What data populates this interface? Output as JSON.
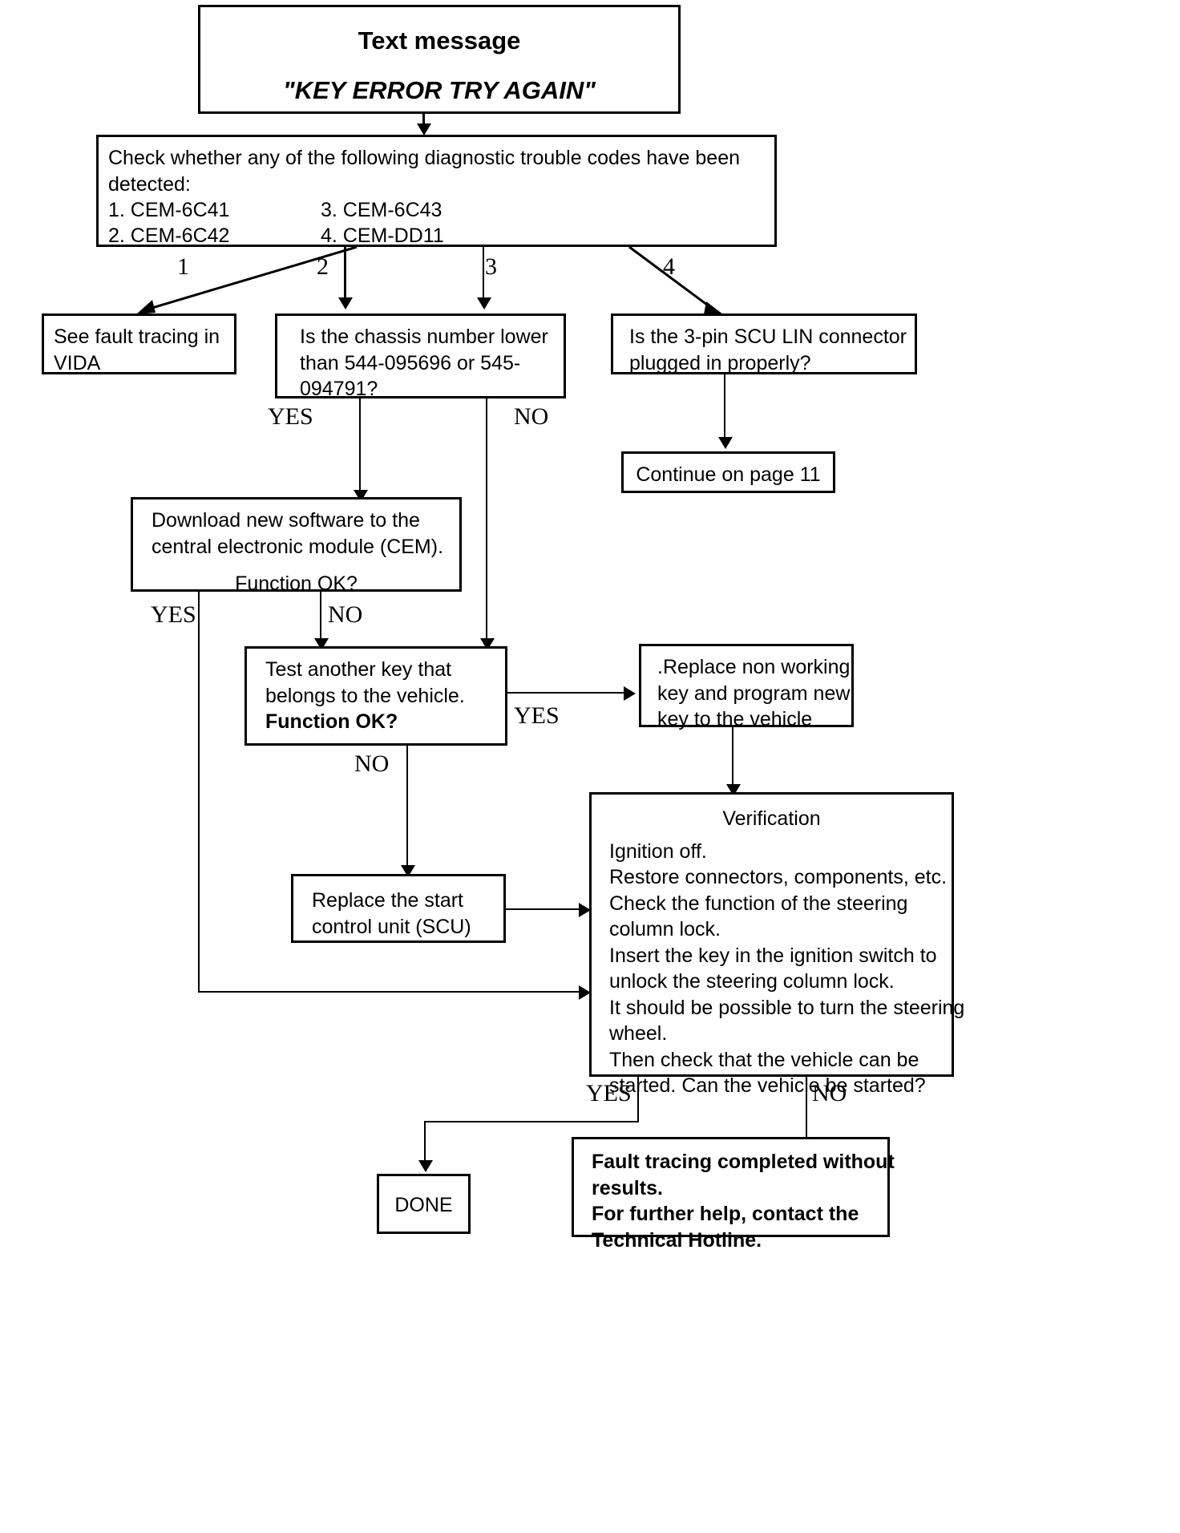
{
  "diagram": {
    "title_box": {
      "heading": "Text message",
      "message": "\"KEY ERROR TRY AGAIN\""
    },
    "dtc_box": {
      "line1": "Check whether any of the following diagnostic trouble codes have been",
      "line2": "detected:",
      "code1": "1. CEM-6C41",
      "code2": "2. CEM-6C42",
      "code3": "3. CEM-6C43",
      "code4": "4. CEM-DD11"
    },
    "branch_labels": {
      "b1": "1",
      "b2": "2",
      "b3": "3",
      "b4": "4"
    },
    "vida_box": {
      "line1": "See fault tracing in",
      "line2": "VIDA"
    },
    "chassis_box": {
      "line1": "Is the chassis number lower",
      "line2": "than 544-095696 or 545-",
      "line3": "094791?"
    },
    "scu_lin_box": {
      "line1": "Is the 3-pin SCU LIN connector",
      "line2": "plugged in properly?"
    },
    "continue_box": {
      "text": "Continue on page 11"
    },
    "download_box": {
      "line1": "Download new software to the",
      "line2": "central electronic module (CEM).",
      "line3": "Function OK?"
    },
    "test_key_box": {
      "line1": "Test another key that",
      "line2": "belongs to the vehicle.",
      "line3": "Function OK?"
    },
    "replace_key_box": {
      "line1": ".Replace non working",
      "line2": "key and program new",
      "line3": "key to the vehicle"
    },
    "replace_scu_box": {
      "line1": "Replace the start",
      "line2": "control unit (SCU)"
    },
    "verification_box": {
      "heading": "Verification",
      "line1": "Ignition off.",
      "line2": "Restore connectors, components, etc.",
      "line3": "Check the function of the steering",
      "line4": "column lock.",
      "line5": "Insert the key in the ignition switch to",
      "line6": "unlock the steering column lock.",
      "line7": "It should be possible to turn the steering",
      "line8": "wheel.",
      "line9": "Then check that the vehicle can be",
      "line10": "started. Can the vehicle be started?"
    },
    "done_box": {
      "text": "DONE"
    },
    "hotline_box": {
      "line1": "Fault tracing completed without",
      "line2": "results.",
      "line3": "For further help, contact the",
      "line4": "Technical Hotline."
    },
    "edge_labels": {
      "chassis_yes": "YES",
      "chassis_no": "NO",
      "download_yes": "YES",
      "download_no": "NO",
      "testkey_yes": "YES",
      "testkey_no": "NO",
      "verify_yes": "YES",
      "verify_no": "NO"
    }
  }
}
